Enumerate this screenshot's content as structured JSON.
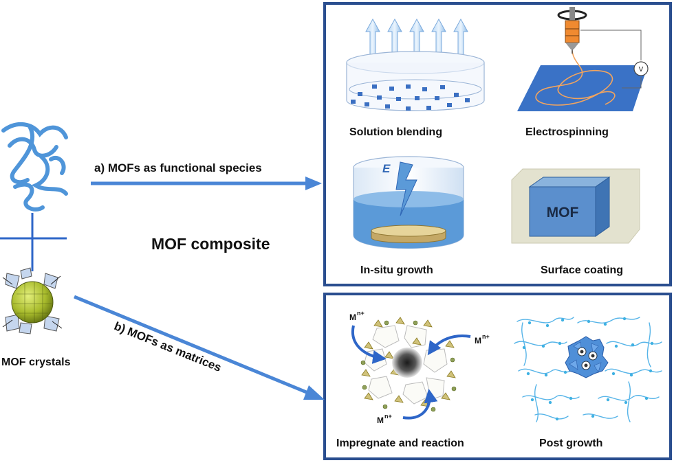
{
  "labels": {
    "path_a": "a) MOFs as functional species",
    "path_b": "b) MOFs as matrices",
    "composite": "MOF composite",
    "crystals": "MOF crystals"
  },
  "methods": {
    "solution_blending": "Solution blending",
    "electrospinning": "Electrospinning",
    "in_situ_growth": "In-situ growth",
    "surface_coating": "Surface coating",
    "impregnate": "Impregnate and reaction",
    "post_growth": "Post growth"
  },
  "glyphs": {
    "voltmeter": "V",
    "field": "E",
    "mof_block": "MOF",
    "metal_ion": "M",
    "metal_charge": "n+"
  },
  "colors": {
    "frame": "#2a4e8f",
    "arrow": "#4a86d6",
    "polymer": "#4f95d9",
    "mof_cube": "#3a6fc2",
    "fiber": "#f0a060",
    "liquid": "#5b9ad8",
    "disc": "#d7c28a",
    "coating": "#e3e2cf",
    "dot": "#3fb1e3"
  }
}
